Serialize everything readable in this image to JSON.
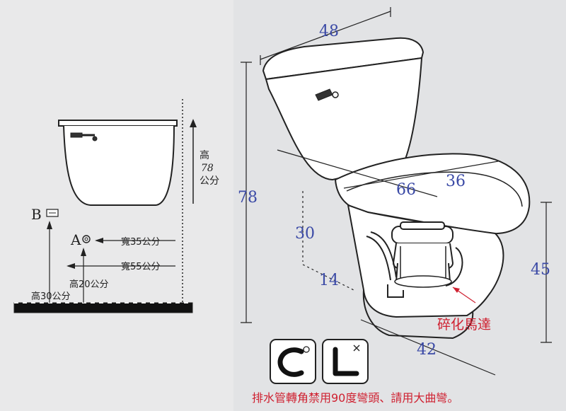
{
  "left_diagram": {
    "height_label": "高\n78\n公分",
    "point_a": "A",
    "point_b": "B",
    "width_35": "寬35公分",
    "width_55": "寬55公分",
    "height_20": "高20公分",
    "height_30": "高30公分"
  },
  "toilet_dims": {
    "tank_width": "48",
    "total_height": "78",
    "seat_depth": "66",
    "seat_width": "36",
    "drain_height": "30",
    "drain_offset": "14",
    "bowl_height": "45",
    "base_length": "42"
  },
  "motor_label": "碎化馬達",
  "pipe_icons": {
    "allowed": "C",
    "forbidden": "L"
  },
  "note": "排水管轉角禁用90度彎頭、請用大曲彎。",
  "colors": {
    "dimension": "#3b4aa6",
    "warning": "#cf2030",
    "line": "#222222"
  }
}
